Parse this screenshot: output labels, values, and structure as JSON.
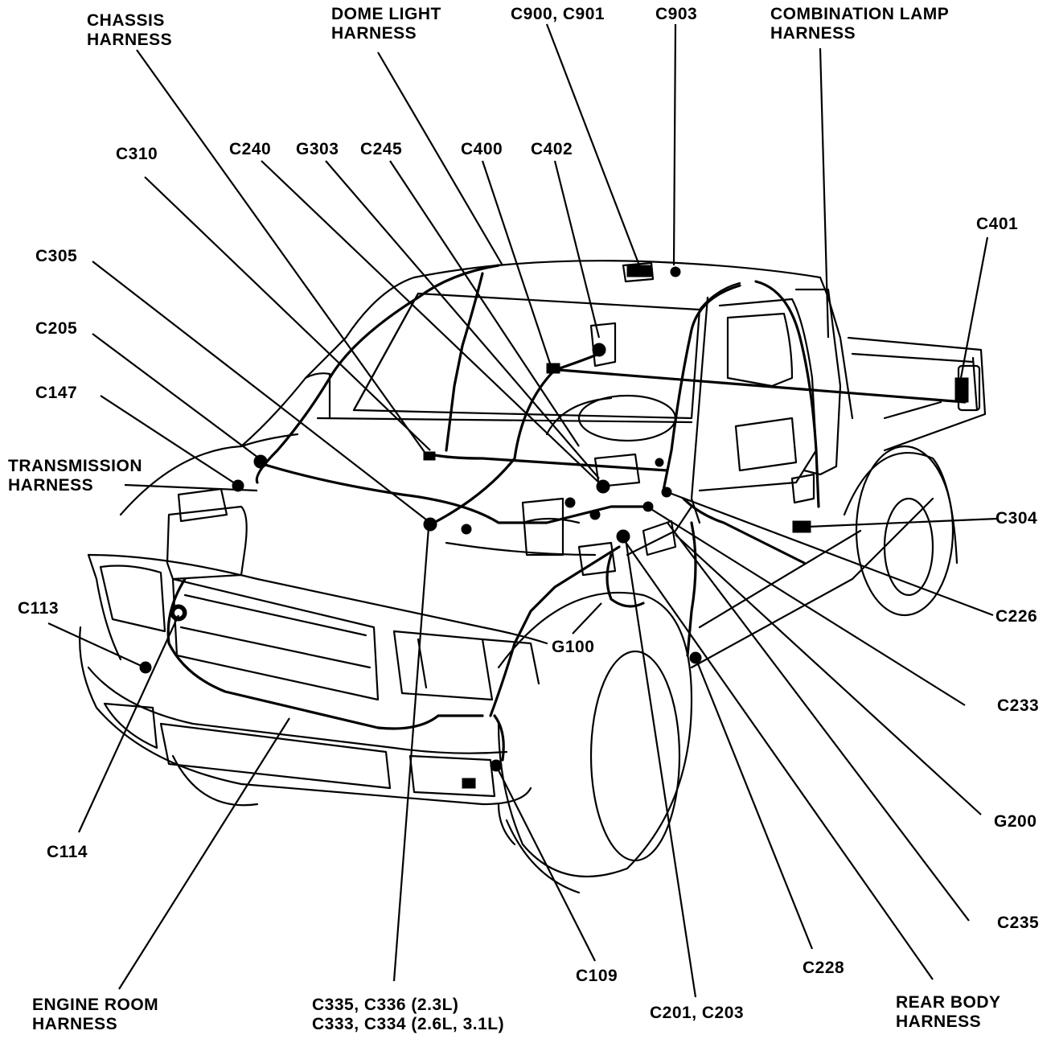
{
  "labels": {
    "chassis_harness": [
      "CHASSIS",
      "HARNESS"
    ],
    "dome_light_harness": [
      "DOME LIGHT",
      "HARNESS"
    ],
    "c900_c901": "C900, C901",
    "c903": "C903",
    "combination_lamp_harness": [
      "COMBINATION LAMP",
      "HARNESS"
    ],
    "c310": "C310",
    "c240": "C240",
    "g303": "G303",
    "c245": "C245",
    "c400": "C400",
    "c402": "C402",
    "c401": "C401",
    "c305": "C305",
    "c205": "C205",
    "c147": "C147",
    "transmission_harness": [
      "TRANSMISSION",
      "HARNESS"
    ],
    "c304": "C304",
    "c226": "C226",
    "c113": "C113",
    "g100": "G100",
    "c233": "C233",
    "c114": "C114",
    "g200": "G200",
    "c235": "C235",
    "c109": "C109",
    "c228": "C228",
    "engine_room_harness": [
      "ENGINE ROOM",
      "HARNESS"
    ],
    "c335_group": [
      "C335, C336 (2.3L)",
      "C333, C334 (2.6L, 3.1L)"
    ],
    "c201_c203": "C201, C203",
    "rear_body_harness": [
      "REAR BODY",
      "HARNESS"
    ]
  }
}
